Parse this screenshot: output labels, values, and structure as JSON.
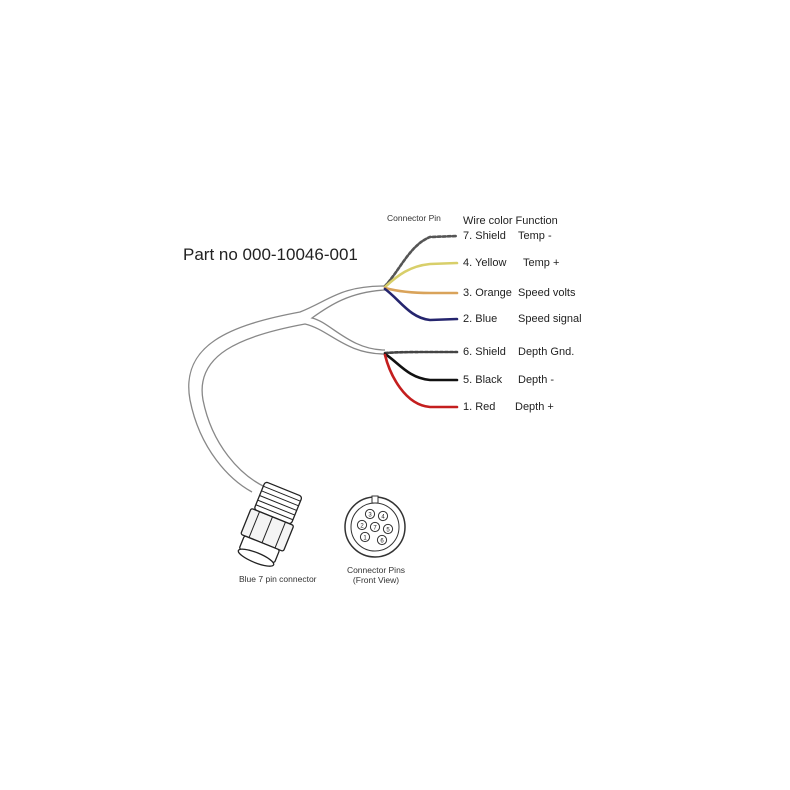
{
  "part_number": "Part no 000-10046-001",
  "headers": {
    "connector_pin": "Connector Pin",
    "wire_color_function": "Wire color  Function"
  },
  "pins": [
    {
      "label": "7.  Shield",
      "function": "Temp -",
      "color": "#555555"
    },
    {
      "label": "4. Yellow",
      "function": "Temp +",
      "color": "#d8cf6a"
    },
    {
      "label": "3. Orange",
      "function": "Speed volts",
      "color": "#d9a35a"
    },
    {
      "label": "2. Blue",
      "function": "Speed signal",
      "color": "#25256e"
    },
    {
      "label": "6. Shield",
      "function": "Depth Gnd.",
      "color": "#444444"
    },
    {
      "label": "5. Black",
      "function": "Depth -",
      "color": "#111111"
    },
    {
      "label": "1. Red",
      "function": "Depth +",
      "color": "#c41e1e"
    }
  ],
  "connector": {
    "label": "Blue 7 pin connector",
    "pins_label_line1": "Connector Pins",
    "pins_label_line2": "(Front View)",
    "pin_numbers": [
      "1",
      "2",
      "3",
      "4",
      "5",
      "6",
      "7"
    ]
  }
}
